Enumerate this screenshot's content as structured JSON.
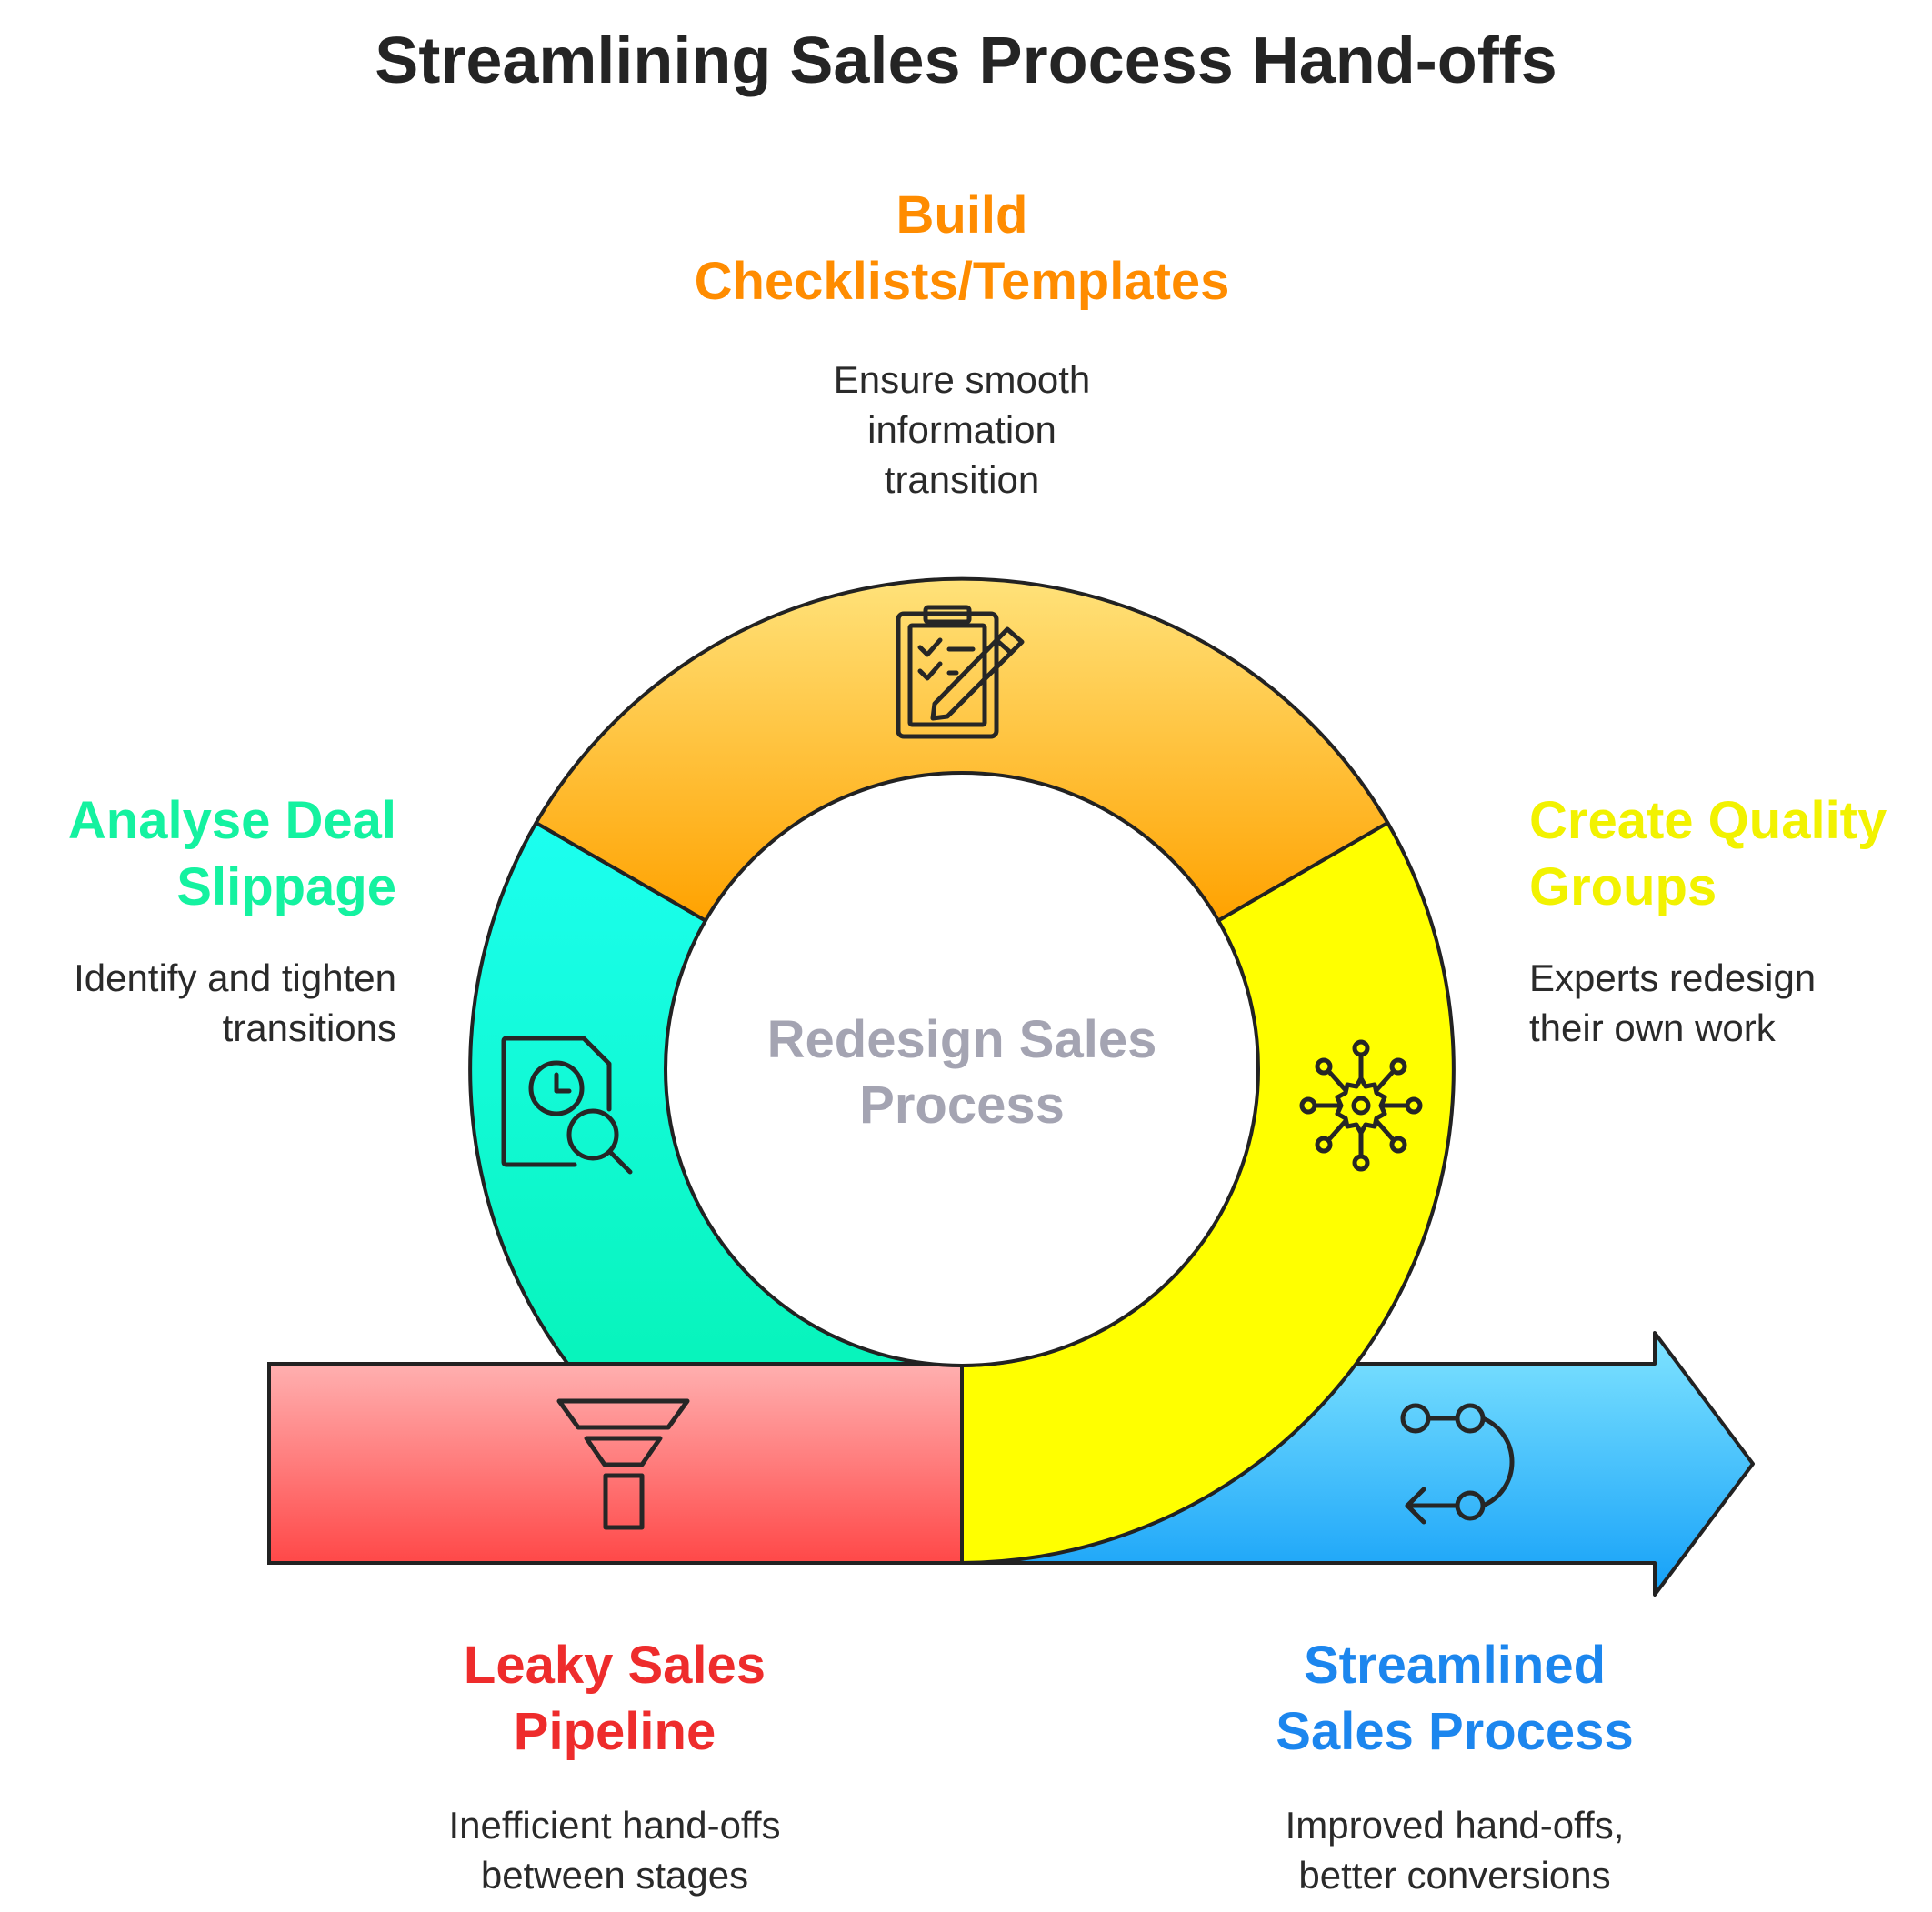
{
  "title": "Streamlining Sales Process Hand-offs",
  "center_label": "Redesign Sales\nProcess",
  "steps": {
    "build": {
      "heading": "Build\nChecklists/Templates",
      "description": "Ensure smooth\ninformation\ntransition",
      "color": "#FF8C00",
      "icon": "checklist-pencil-icon"
    },
    "analyse": {
      "heading": "Analyse Deal\nSlippage",
      "description": "Identify and tighten\ntransitions",
      "color": "#14F2A0",
      "icon": "document-clock-search-icon"
    },
    "quality": {
      "heading": "Create Quality\nGroups",
      "description": "Experts redesign\ntheir own work",
      "color": "#F2F200",
      "icon": "network-gear-icon"
    },
    "leaky": {
      "heading": "Leaky Sales\nPipeline",
      "description": "Inefficient hand-offs\nbetween stages",
      "color": "#EE2C2C",
      "icon": "funnel-icon"
    },
    "streamlined": {
      "heading": "Streamlined\nSales Process",
      "description": "Improved hand-offs,\nbetter conversions",
      "color": "#1C86EE",
      "icon": "route-loop-icon"
    }
  }
}
